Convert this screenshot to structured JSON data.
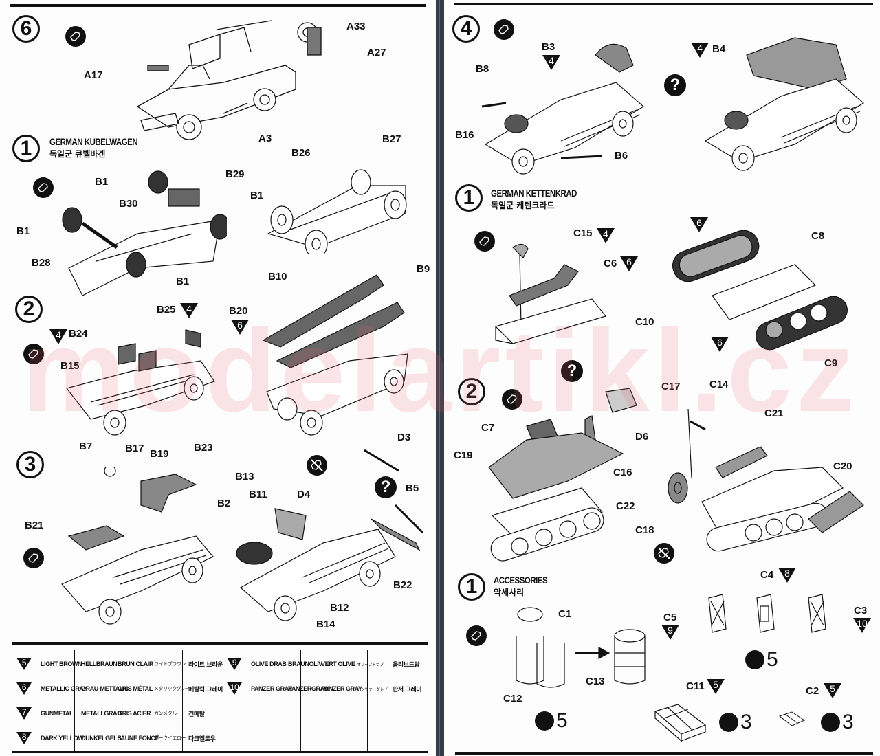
{
  "left_page": {
    "step6": {
      "number": "6",
      "parts": [
        "A17",
        "A33",
        "A27",
        "A3"
      ]
    },
    "kubelwagen": {
      "title_en": "GERMAN KUBELWAGEN",
      "title_ko": "독일군 큐벨바겐",
      "step1": {
        "number": "1",
        "parts": {
          "b1a": "B1",
          "b29": "B29",
          "b1b": "B1",
          "b1c": "B1",
          "b30": "B30",
          "b28": "B28",
          "b1d": "B1",
          "b26": "B26",
          "b27": "B27"
        }
      },
      "step2": {
        "number": "2",
        "parts": {
          "b24": "B24",
          "b25": "B25",
          "b20": "B20",
          "b15": "B15",
          "b10": "B10",
          "b9": "B9"
        },
        "paint": {
          "b24": "4",
          "b25": "4",
          "b20": "6"
        }
      },
      "step3": {
        "number": "3",
        "parts": {
          "b7": "B7",
          "b17": "B17",
          "b19": "B19",
          "b23": "B23",
          "b21": "B21",
          "b13": "B13",
          "b11": "B11",
          "b2": "B2",
          "d4": "D4",
          "d3": "D3",
          "b5": "B5",
          "b22": "B22",
          "b12": "B12",
          "b14": "B14"
        }
      }
    },
    "paint_legend": [
      {
        "no": "5",
        "en": "LIGHT BROWN",
        "de": "HELLBRAUN",
        "fr": "BRUN CLAIR",
        "ja": "ライトブラウン",
        "ko": "라이트 브라운"
      },
      {
        "no": "6",
        "en": "METALLIC GRAY",
        "de": "GRAU-METTALIC",
        "fr": "GRIS MÉTAL",
        "ja": "メタリックグレイ",
        "ko": "메탈릭 그레이"
      },
      {
        "no": "7",
        "en": "GUNMETAL",
        "de": "METALLGRAU",
        "fr": "GRIS ACIER",
        "ja": "ガンメタル",
        "ko": "건메탈"
      },
      {
        "no": "8",
        "en": "DARK YELLOW",
        "de": "DUNKELGELB",
        "fr": "JAUNE FONCÉ",
        "ja": "ダークイエロー",
        "ko": "다크옐로우"
      },
      {
        "no": "9",
        "en": "OLIVE DRAB",
        "de": "BRAUNOLIV",
        "fr": "VERT OLIVE",
        "ja": "オリーブドラブ",
        "ko": "올리브드랍"
      },
      {
        "no": "10",
        "en": "PANZER GRAY",
        "de": "PANZERGRAU",
        "fr": "PANZER GRAY",
        "ja": "パンツァーグレイ",
        "ko": "판저 그레이"
      }
    ]
  },
  "right_page": {
    "step4": {
      "number": "4",
      "parts": {
        "b3": "B3",
        "b8": "B8",
        "b16": "B16",
        "b6": "B6",
        "b4": "B4"
      },
      "paint": {
        "b3": "4",
        "b4": "4"
      }
    },
    "kettenkrad": {
      "title_en": "GERMAN KETTENKRAD",
      "title_ko": "독일군 케텐크라드",
      "step1": {
        "number": "1",
        "parts": {
          "c15": "C15",
          "c6": "C6",
          "c10": "C10",
          "c8": "C8",
          "c9": "C9"
        },
        "paint": {
          "c15": "4",
          "c6": "6",
          "c8": "6",
          "c9": "6"
        }
      },
      "step2": {
        "number": "2",
        "parts": {
          "c7": "C7",
          "d6": "D6",
          "c19": "C19",
          "c16": "C16",
          "c22": "C22",
          "c17": "C17",
          "c14": "C14",
          "c21": "C21",
          "c20": "C20",
          "c18": "C18"
        }
      }
    },
    "accessories": {
      "number": "1",
      "title_en": "ACCESSORIES",
      "title_ko": "악세사리",
      "parts": {
        "c1": "C1",
        "c12": "C12",
        "c13": "C13",
        "c4": "C4",
        "c5": "C5",
        "c3": "C3",
        "c11": "C11",
        "c2": "C2"
      },
      "paint": {
        "c4": "8",
        "c5": "9",
        "c3": "10",
        "c11": "5",
        "c2": "5"
      },
      "quantities": {
        "drum": "5",
        "jerrycan": "5",
        "crate_large": "3",
        "crate_small": "3"
      }
    }
  },
  "watermark": "modelartikl.cz",
  "question_mark": "?"
}
